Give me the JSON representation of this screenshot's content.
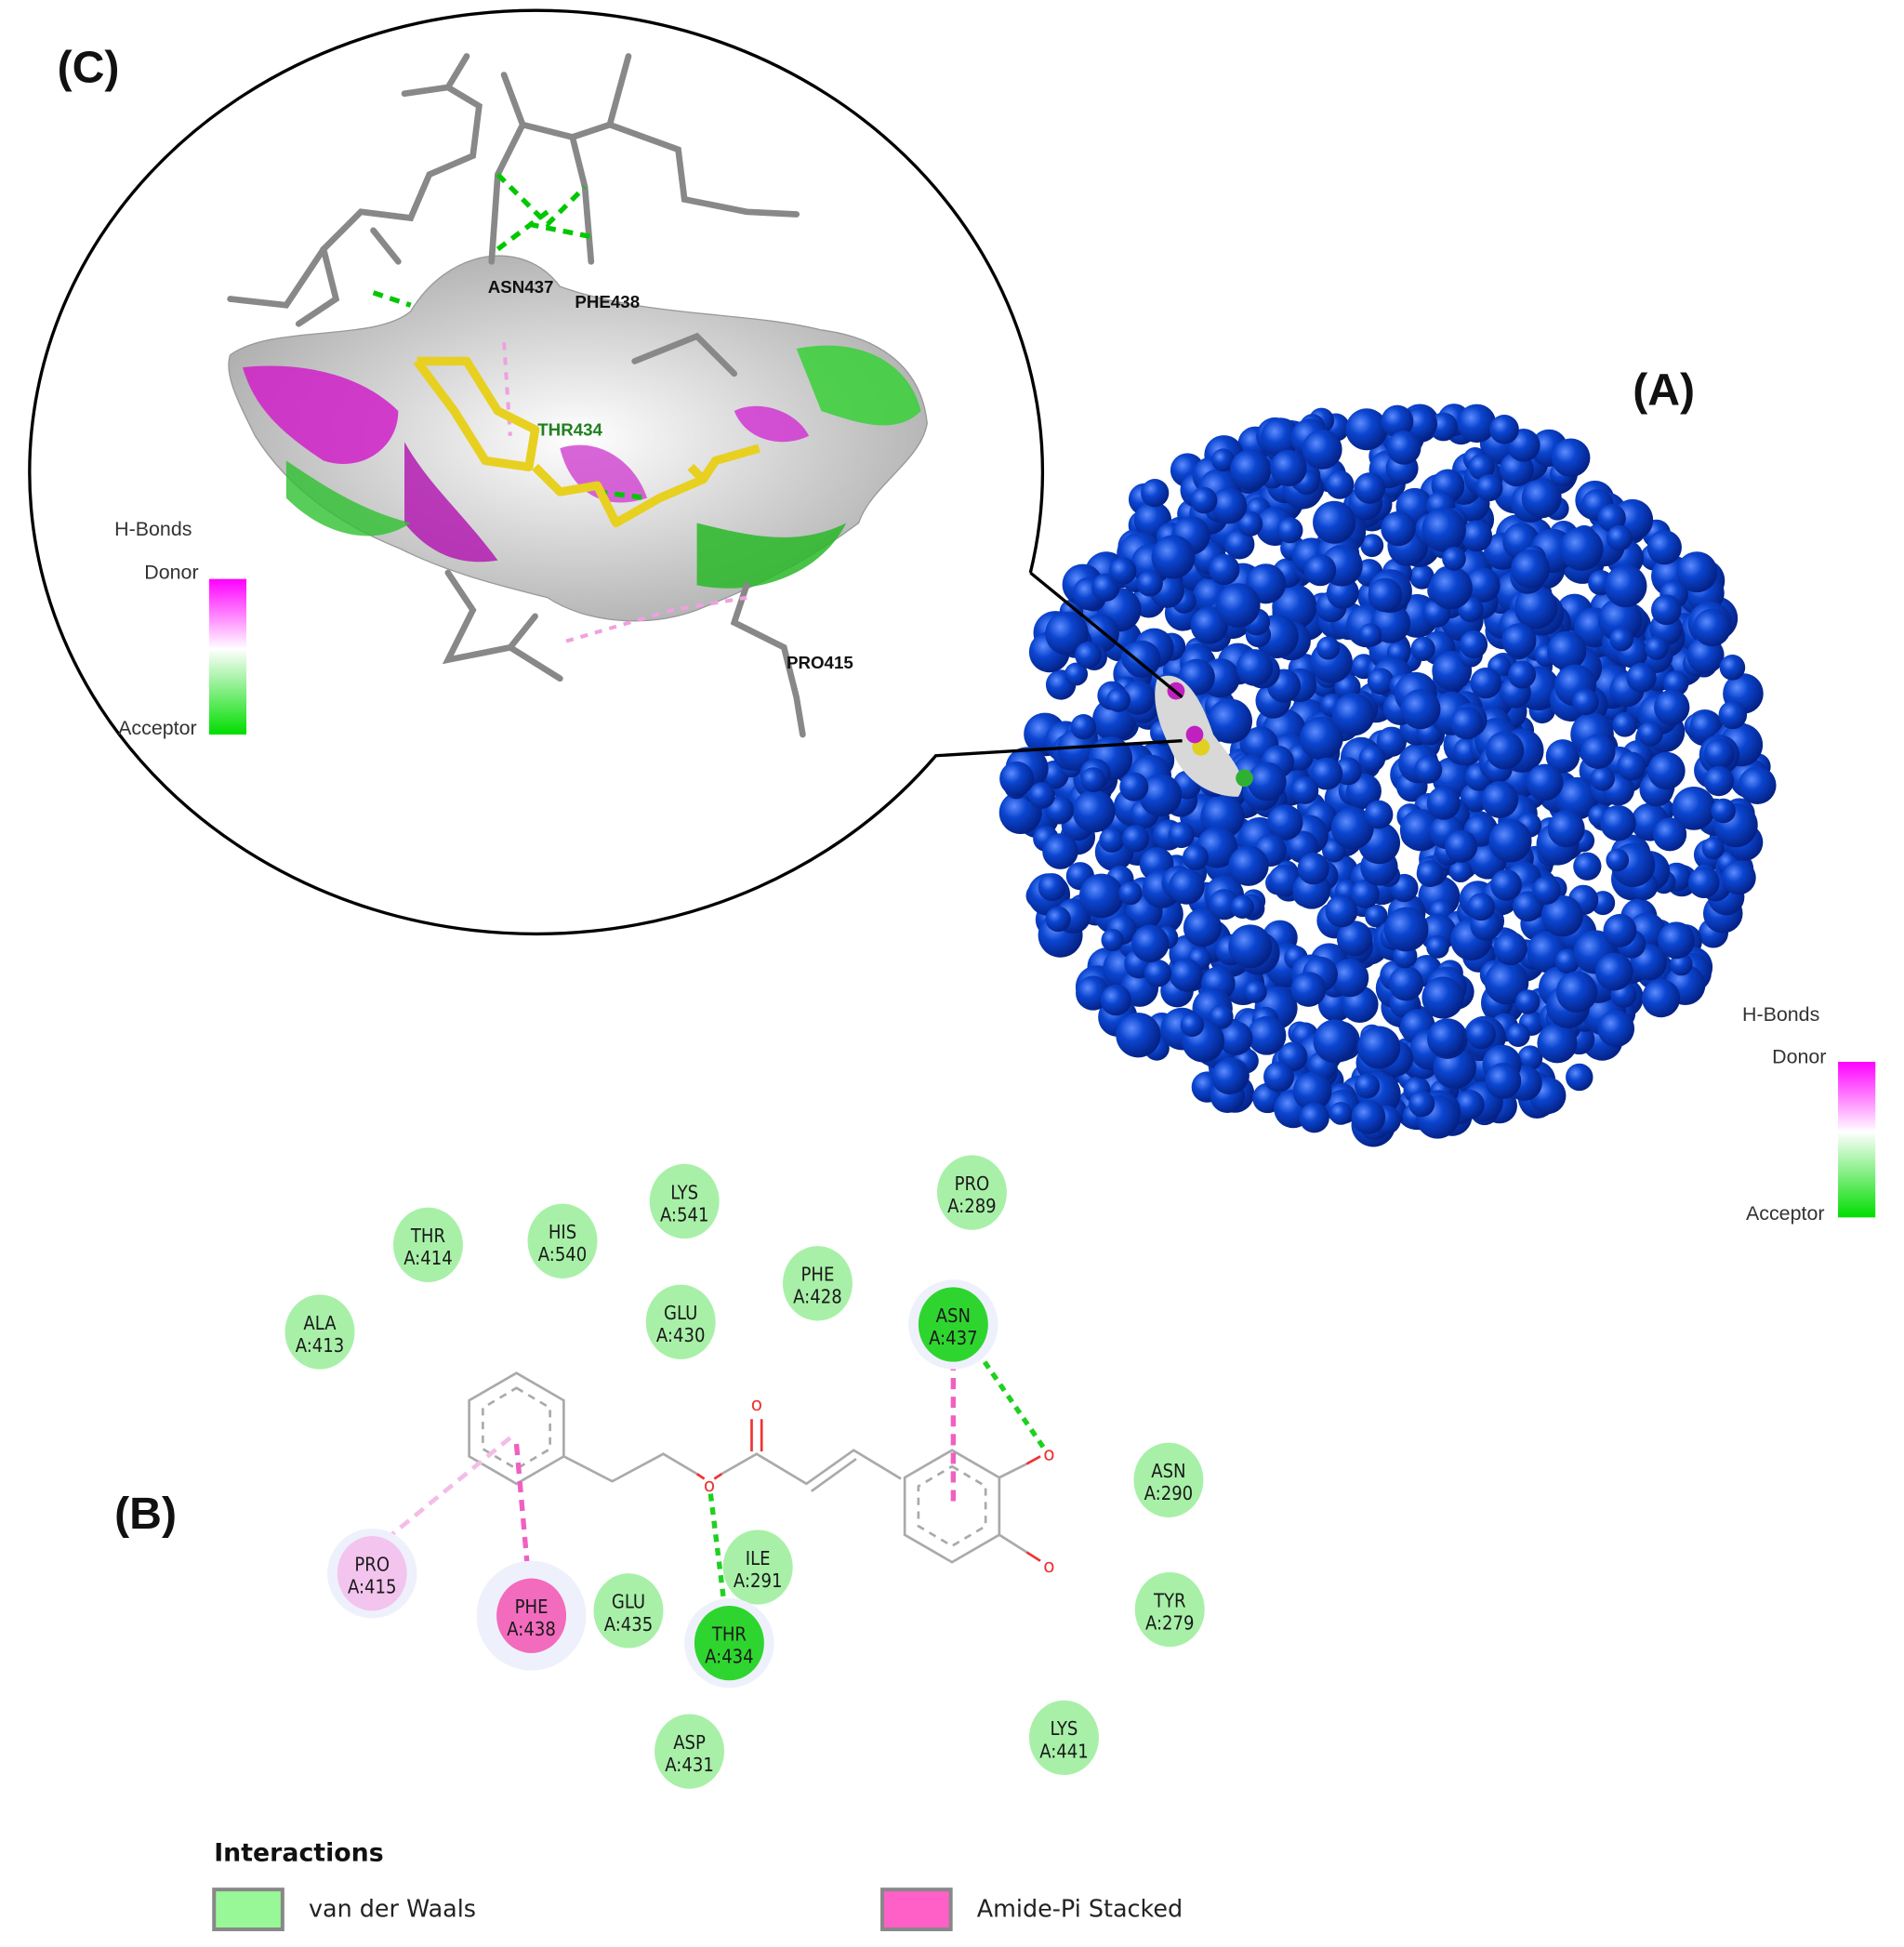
{
  "panels": {
    "a_label": "(A)",
    "b_label": "(B)",
    "c_label": "(C)"
  },
  "hbond_legend": {
    "title": "H-Bonds",
    "donor": "Donor",
    "acceptor": "Acceptor",
    "donor_color": "#ff00ff",
    "acceptor_color": "#00dd00"
  },
  "panel_c_residues": [
    "ASN437",
    "PHE438",
    "THR434",
    "PRO415"
  ],
  "residues": [
    {
      "name": "THR",
      "id": "A:414",
      "type": "vdw"
    },
    {
      "name": "HIS",
      "id": "A:540",
      "type": "vdw"
    },
    {
      "name": "LYS",
      "id": "A:541",
      "type": "vdw"
    },
    {
      "name": "PRO",
      "id": "A:289",
      "type": "vdw"
    },
    {
      "name": "PHE",
      "id": "A:428",
      "type": "vdw"
    },
    {
      "name": "ALA",
      "id": "A:413",
      "type": "vdw"
    },
    {
      "name": "GLU",
      "id": "A:430",
      "type": "vdw"
    },
    {
      "name": "ASN",
      "id": "A:437",
      "type": "hbond"
    },
    {
      "name": "ASN",
      "id": "A:290",
      "type": "vdw"
    },
    {
      "name": "PRO",
      "id": "A:415",
      "type": "pi-alkyl"
    },
    {
      "name": "PHE",
      "id": "A:438",
      "type": "amide-pi"
    },
    {
      "name": "GLU",
      "id": "A:435",
      "type": "vdw"
    },
    {
      "name": "ILE",
      "id": "A:291",
      "type": "vdw"
    },
    {
      "name": "THR",
      "id": "A:434",
      "type": "hbond"
    },
    {
      "name": "TYR",
      "id": "A:279",
      "type": "vdw"
    },
    {
      "name": "ASP",
      "id": "A:431",
      "type": "vdw"
    },
    {
      "name": "LYS",
      "id": "A:441",
      "type": "vdw"
    }
  ],
  "colors": {
    "vdw": "#a8f0a8",
    "hbond": "#2fd52f",
    "amide-pi": "#f26bbd",
    "pi-alkyl": "#f3c4ee",
    "protein": "#0a3fbf",
    "ligand": "#e8d020"
  },
  "legend": {
    "title": "Interactions",
    "items": [
      {
        "label": "van der Waals",
        "color": "#98f898"
      },
      {
        "label": "Amide-Pi Stacked",
        "color": "#ff60c8"
      }
    ]
  }
}
